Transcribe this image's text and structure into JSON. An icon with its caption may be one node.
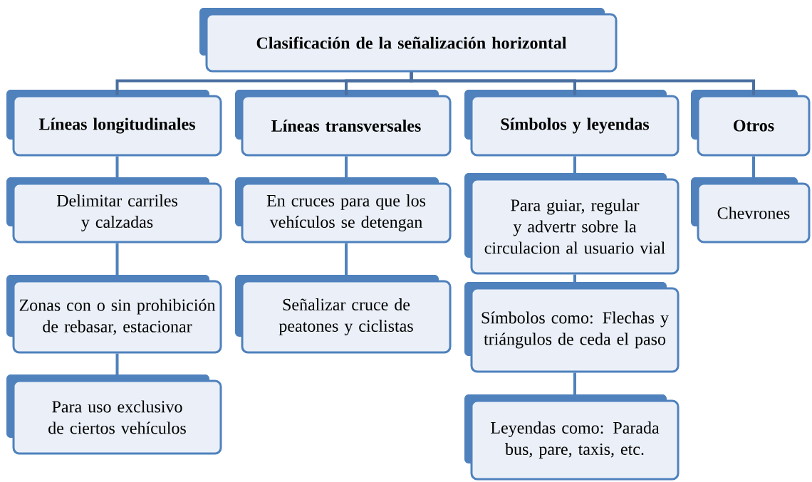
{
  "diagram": {
    "nodes": [
      {
        "text": [
          "Clasificación de la señalización horizontal"
        ]
      },
      {
        "text": [
          "Líneas longitudinales"
        ]
      },
      {
        "text": [
          "Líneas transversales"
        ]
      },
      {
        "text": [
          "Símbolos y leyendas"
        ]
      },
      {
        "text": [
          "Otros"
        ]
      },
      {
        "text": [
          "Delimitar carriles y calzadas"
        ]
      },
      {
        "text": [
          "Zonas con o sin prohibición de rebasar, estacionar"
        ]
      },
      {
        "text": [
          "Para uso exclusivo de ciertos vehículos"
        ]
      },
      {
        "text": [
          "En cruces para que los vehículos se detengan"
        ]
      },
      {
        "text": [
          "Señalizar cruce de peatones y ciclistas"
        ]
      },
      {
        "text": [
          "Para guiar, regular y advertr sobre la circulacion al usuario vial"
        ]
      },
      {
        "text": [
          "Símbolos como: Flechas y triángulos de ceda el paso"
        ]
      },
      {
        "text": [
          "Leyendas como: Parada bus, pare, taxis, etc."
        ]
      },
      {
        "text": [
          "Chevrones"
        ]
      }
    ],
    "edges": [
      {
        "from": 0,
        "to": 1,
        "arrow": "none"
      },
      {
        "from": 0,
        "to": 2,
        "arrow": "none"
      },
      {
        "from": 0,
        "to": 3,
        "arrow": "none"
      },
      {
        "from": 0,
        "to": 4,
        "arrow": "none"
      },
      {
        "from": 1,
        "to": 5,
        "arrow": "none"
      },
      {
        "from": 5,
        "to": 6,
        "arrow": "none"
      },
      {
        "from": 6,
        "to": 7,
        "arrow": "none"
      },
      {
        "from": 2,
        "to": 8,
        "arrow": "none"
      },
      {
        "from": 8,
        "to": 9,
        "arrow": "none"
      },
      {
        "from": 3,
        "to": 10,
        "arrow": "none"
      },
      {
        "from": 10,
        "to": 11,
        "arrow": "none"
      },
      {
        "from": 11,
        "to": 12,
        "arrow": "none"
      },
      {
        "from": 4,
        "to": 13,
        "arrow": "none"
      }
    ]
  }
}
